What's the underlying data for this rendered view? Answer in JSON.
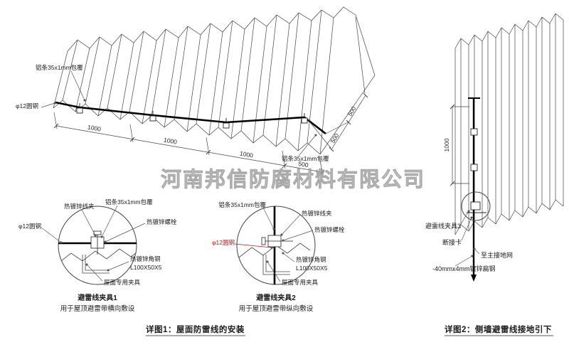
{
  "watermark": "河南邦信防腐材料有限公司",
  "roof": {
    "labels": {
      "strip_top": "铝条35x1mm包覆",
      "strip_right": "铝条35x1mm包覆",
      "round_steel": "φ12圆钢"
    },
    "dims": [
      "1000",
      "1000",
      "1000",
      "500"
    ],
    "dims_right": [
      "500",
      "500"
    ]
  },
  "detail1": {
    "title": "避雷线夹具1",
    "subtitle": "用于屋顶避雷带横向敷设",
    "labels": {
      "clamp": "热镀锌线夹",
      "strip": "铝条35x1mm包覆",
      "bolt": "热镀锌螺栓",
      "round_steel": "φ12圆钢",
      "angle_steel": "热镀锌角钢",
      "angle_spec": "L100X50X5",
      "roof_clamp": "屋面专用夹具"
    }
  },
  "detail2": {
    "title": "避雷线夹具2",
    "subtitle": "用于屋顶避雷带纵向敷设",
    "labels": {
      "strip": "铝条35x1mm包覆",
      "clamp": "热镀锌线夹",
      "bolt": "热镀锌螺栓",
      "round_steel": "φ12圆钢",
      "angle_steel": "热镀锌角钢",
      "angle_spec": "L100X50X5",
      "roof_clamp": "屋面专用夹具"
    }
  },
  "wall": {
    "labels": {
      "clamp3": "避雷线夹具3",
      "disconnect": "断接卡",
      "to_ground": "至主接地网",
      "flat_steel": "-40mmx4mm镀锌扁钢"
    },
    "dim": "1000"
  },
  "captions": {
    "detail1": "详图1：屋面防雷线的安装",
    "detail2": "详图2：侧墙避雷线接地引下"
  }
}
